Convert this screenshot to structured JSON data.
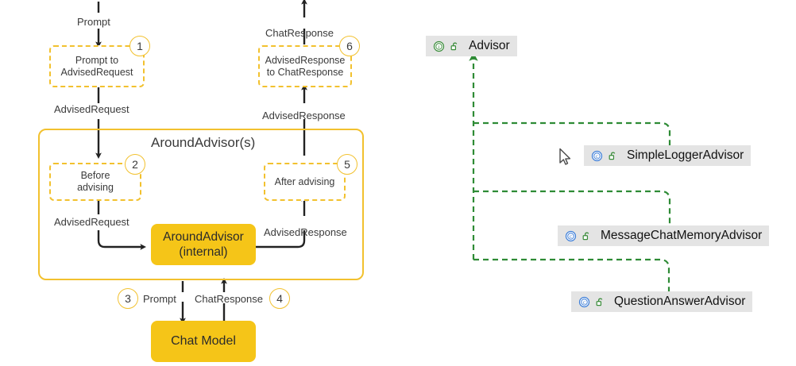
{
  "flow": {
    "container_label": "AroundAdvisor(s)",
    "steps": [
      {
        "n": "1",
        "text_lines": [
          "Prompt to",
          "AdvisedRequest"
        ]
      },
      {
        "n": "2",
        "text_lines": [
          "Before",
          "advising"
        ]
      },
      {
        "n": "3",
        "text_lines": []
      },
      {
        "n": "4",
        "text_lines": []
      },
      {
        "n": "5",
        "text_lines": [
          "After advising"
        ]
      },
      {
        "n": "6",
        "text_lines": [
          "AdvisedResponse",
          "to ChatResponse"
        ]
      }
    ],
    "box1_line1": "Prompt to",
    "box1_line2": "AdvisedRequest",
    "box2_line1": "Before",
    "box2_line2": "advising",
    "box5_line1": "After advising",
    "box6_line1": "AdvisedResponse",
    "box6_line2": "to ChatResponse",
    "num1": "1",
    "num2": "2",
    "num3": "3",
    "num4": "4",
    "num5": "5",
    "num6": "6",
    "around_advisor_line1": "AroundAdvisor",
    "around_advisor_line2": "(internal)",
    "chat_model": "Chat Model",
    "labels": {
      "prompt_top": "Prompt",
      "advised_request_top": "AdvisedRequest",
      "advised_request_mid": "AdvisedRequest",
      "chat_response_top": "ChatResponse",
      "advised_response_top": "AdvisedResponse",
      "advised_response_mid": "AdvisedResponse",
      "prompt_bottom": "Prompt",
      "chat_response_bottom": "ChatResponse"
    }
  },
  "classdiagram": {
    "interface": {
      "name": "Advisor",
      "kind_icon": "interface-icon",
      "visibility_icon": "public-unlocked-icon"
    },
    "implementations": [
      {
        "name": "SimpleLoggerAdvisor",
        "kind_icon": "class-icon",
        "visibility_icon": "public-unlocked-icon"
      },
      {
        "name": "MessageChatMemoryAdvisor",
        "kind_icon": "class-icon",
        "visibility_icon": "public-unlocked-icon"
      },
      {
        "name": "QuestionAnswerAdvisor",
        "kind_icon": "class-icon",
        "visibility_icon": "public-unlocked-icon"
      }
    ],
    "pointer_icon": "mouse-cursor-icon"
  },
  "colors": {
    "accent_gold": "#F5C518",
    "dashed_gold": "#F2C12E",
    "arrow_black": "#222222",
    "inherit_green": "#2E8B35",
    "node_gray": "#E4E4E4",
    "class_blue": "#3B7DD8"
  }
}
